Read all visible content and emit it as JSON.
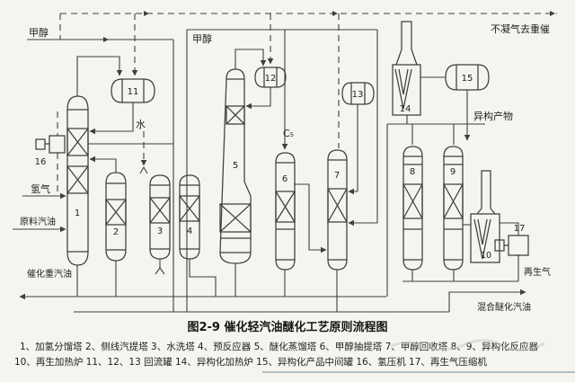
{
  "figure": {
    "caption": "图2-9 催化轻汽油醚化工艺原则流程图",
    "legend_line1": "1、加氢分馏塔  2、侧线汽提塔  3、水洗塔  4、预反应器  5、醚化蒸馏塔  6、甲醇抽提塔  7、甲醇回收塔  8、9、异构化反应器",
    "legend_line2": "10、再生加热炉  11、12、13 回流罐  14、异构化加热炉  15、异构化产品中间罐  16、氢压机  17、再生气压缩机"
  },
  "streams": {
    "methanol_left": "甲醇",
    "methanol_mid": "甲醇",
    "water": "水",
    "c5": "C₅",
    "hydrogen": "氢气",
    "feed_gasoline": "原料汽油",
    "cat_heavy_gasoline": "催化重汽油",
    "noncondensable_gas": "不凝气去重催",
    "isomer_product": "异构产物",
    "regen_gas": "再生气",
    "mixed_ether_gasoline": "混合醚化汽油"
  },
  "equipment": [
    {
      "num": "1",
      "name": "加氢分馏塔"
    },
    {
      "num": "2",
      "name": "侧线汽提塔"
    },
    {
      "num": "3",
      "name": "水洗塔"
    },
    {
      "num": "4",
      "name": "预反应器"
    },
    {
      "num": "5",
      "name": "醚化蒸馏塔"
    },
    {
      "num": "6",
      "name": "甲醇抽提塔"
    },
    {
      "num": "7",
      "name": "甲醇回收塔"
    },
    {
      "num": "8",
      "name": "异构化反应器"
    },
    {
      "num": "9",
      "name": "异构化反应器"
    },
    {
      "num": "10",
      "name": "再生加热炉"
    },
    {
      "num": "11",
      "name": "回流罐"
    },
    {
      "num": "12",
      "name": "回流罐"
    },
    {
      "num": "13",
      "name": "回流罐"
    },
    {
      "num": "14",
      "name": "异构化加热炉"
    },
    {
      "num": "15",
      "name": "异构化产品中间罐"
    },
    {
      "num": "16",
      "name": "氢压机"
    },
    {
      "num": "17",
      "name": "再生气压缩机"
    }
  ],
  "colors": {
    "line": "#3f3f3f",
    "text": "#1f1f1f",
    "paper": "#f5f4ef",
    "page_edge": "#a9b6ba"
  }
}
